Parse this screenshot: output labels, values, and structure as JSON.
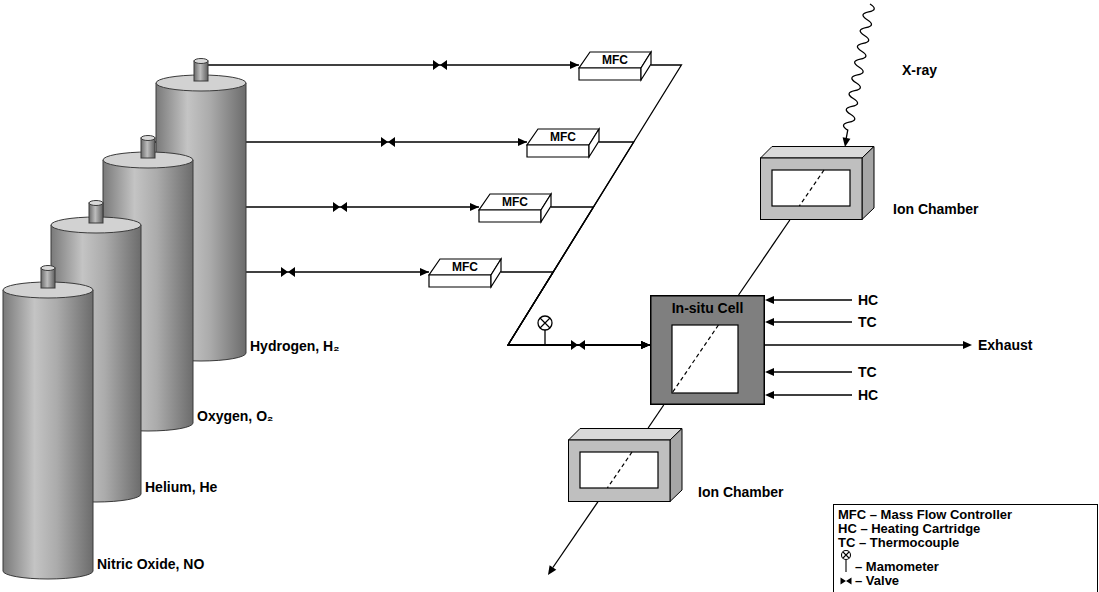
{
  "diagram": {
    "nodes": [
      {
        "text": [
          "Hydrogen, H₂"
        ]
      },
      {
        "text": [
          "Oxygen, O₂"
        ]
      },
      {
        "text": [
          "Helium, He"
        ]
      },
      {
        "text": [
          "Nitric Oxide, NO"
        ]
      },
      {
        "text": [
          "MFC"
        ]
      },
      {
        "text": [
          "MFC"
        ]
      },
      {
        "text": [
          "MFC"
        ]
      },
      {
        "text": [
          "MFC"
        ]
      },
      {
        "text": [
          "Ion Chamber"
        ]
      },
      {
        "text": [
          "In-situ Cell"
        ]
      },
      {
        "text": [
          "Ion Chamber"
        ]
      }
    ],
    "edges": [
      {
        "from": 0,
        "to": 4,
        "arrow": "to"
      },
      {
        "from": 1,
        "to": 5,
        "arrow": "to"
      },
      {
        "from": 2,
        "to": 6,
        "arrow": "to"
      },
      {
        "from": 3,
        "to": 7,
        "arrow": "to"
      },
      {
        "from": 4,
        "to": 9,
        "arrow": "to"
      },
      {
        "from": 5,
        "to": 9,
        "arrow": "to"
      },
      {
        "from": 6,
        "to": 9,
        "arrow": "to"
      },
      {
        "from": 7,
        "to": 9,
        "arrow": "to"
      },
      {
        "from": 8,
        "to": 9,
        "arrow": "none"
      },
      {
        "from": 9,
        "to": 10,
        "arrow": "none"
      }
    ],
    "labels": [
      "X-ray",
      "HC",
      "TC",
      "TC",
      "HC",
      "Exhaust"
    ],
    "legend": [
      {
        "text": "MFC – Mass Flow Controller"
      },
      {
        "text": "HC – Heating Cartridge"
      },
      {
        "text": "TC – Thermocouple"
      },
      {
        "text": "– Mamometer"
      },
      {
        "text": "– Valve"
      }
    ]
  }
}
